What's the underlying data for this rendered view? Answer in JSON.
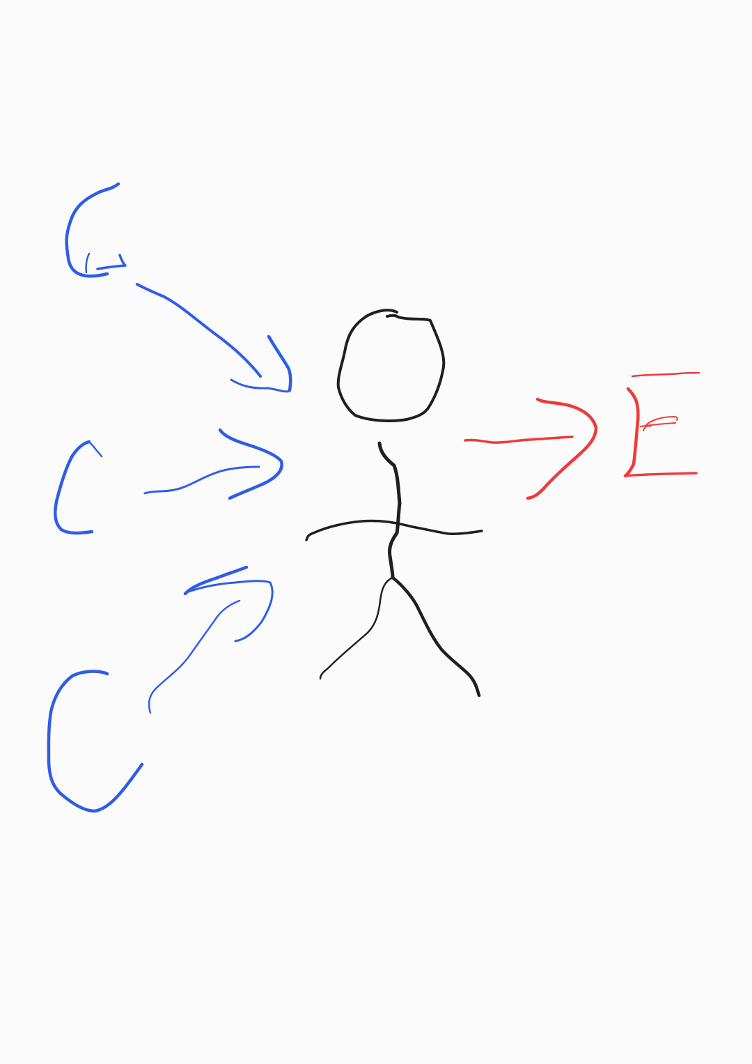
{
  "diagram": {
    "inputs": [
      {
        "letter": "G",
        "color": "#2f5de8"
      },
      {
        "letter": "C",
        "color": "#2f5de8"
      },
      {
        "letter": "C",
        "color": "#2f5de8"
      }
    ],
    "center": {
      "figure": "stick-figure",
      "color": "#1f1f1f"
    },
    "output": {
      "letter": "E",
      "color": "#ef3a3a"
    },
    "colors": {
      "background": "#fbfbfb",
      "input_strokes": "#2f5de8",
      "figure_strokes": "#1f1f1f",
      "output_strokes": "#ef3a3a"
    }
  }
}
